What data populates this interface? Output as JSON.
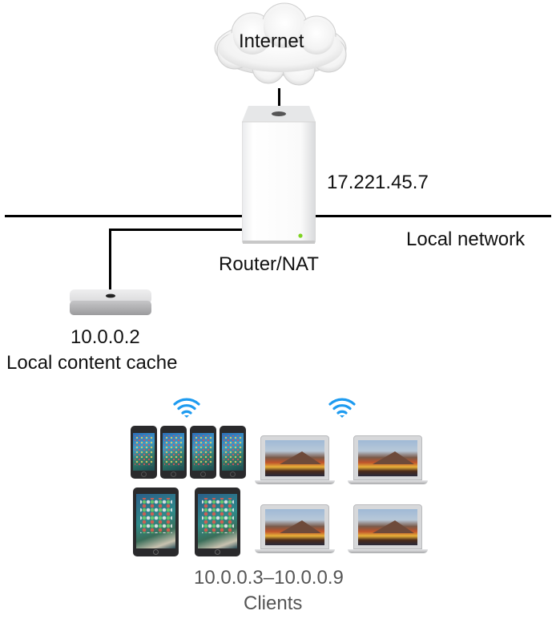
{
  "internet": {
    "label": "Internet"
  },
  "router": {
    "label": "Router/NAT",
    "public_ip": "17.221.45.7",
    "status_led_color": "#7ed321"
  },
  "network": {
    "label": "Local network"
  },
  "cache": {
    "ip": "10.0.0.2",
    "label": "Local content cache"
  },
  "clients": {
    "ip_range": "10.0.0.3–10.0.0.9",
    "label": "Clients",
    "wifi_color": "#1e9bf0",
    "devices": {
      "iphones": 4,
      "ipads": 2,
      "macbooks": 4
    }
  },
  "colors": {
    "line": "#000000",
    "client_text": "#555555"
  }
}
